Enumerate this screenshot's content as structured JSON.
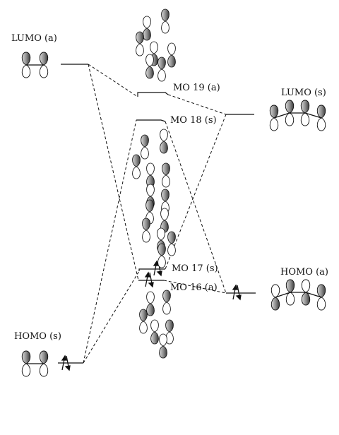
{
  "labels": {
    "lumo_a_left": "LUMO (a)",
    "homo_s_left": "HOMO (s)",
    "mo19": "MO 19 (a)",
    "mo18": "MO 18 (s)",
    "mo17": "MO 17 (s)",
    "mo16": "MO 16 (a)",
    "lumo_s_right": "LUMO (s)",
    "homo_a_right": "HOMO (a)"
  },
  "colors": {
    "line": "#111111",
    "lobe_fill": "#8c8c8c",
    "lobe_stroke": "#111111"
  },
  "icons": [
    "orbital-lobe-shape",
    "electron-spin-arrow-icon"
  ]
}
